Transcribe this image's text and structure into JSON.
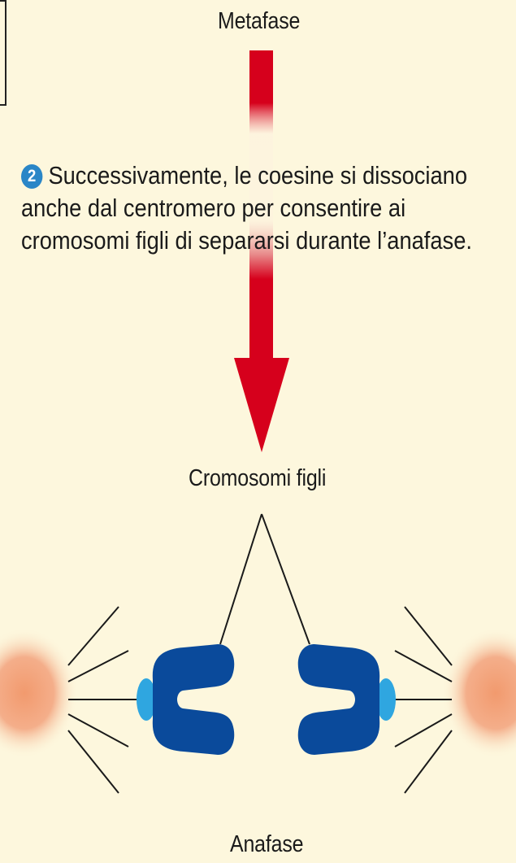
{
  "labels": {
    "top_phase": "Metafase",
    "daughter_chromosomes": "Cromosomi figli",
    "bottom_phase": "Anafase"
  },
  "step": {
    "number": "2",
    "lines": [
      "Successivamente, le coesine si dissociano",
      "anche dal centromero per consentire ai",
      "cromosomi figli di separarsi durante l’anafase."
    ]
  },
  "colors": {
    "background": "#fdf7dd",
    "arrow": "#d6001c",
    "chromosome": "#0a4a9b",
    "kinetochore": "#2fa6e0",
    "centrosome": "#f2a882",
    "badge": "#2a86c7"
  }
}
